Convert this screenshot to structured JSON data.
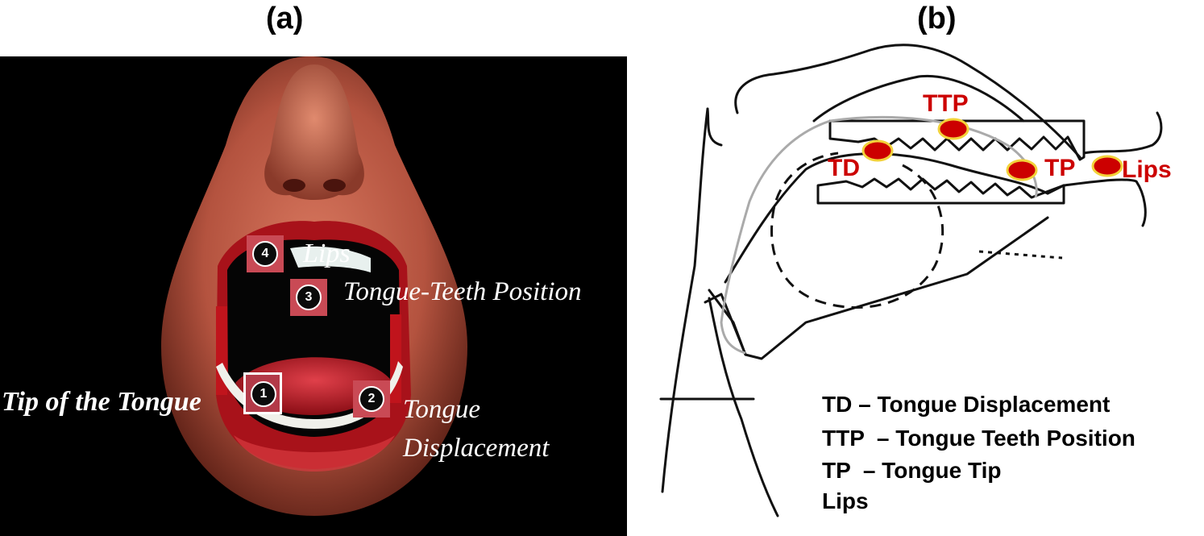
{
  "panels": {
    "a": {
      "label": "(a)",
      "markers": [
        {
          "number": "1",
          "text": "Tip of the Tongue"
        },
        {
          "number": "2",
          "text": "Tongue",
          "text2": "Displacement"
        },
        {
          "number": "3",
          "text": "Tongue-Teeth Position"
        },
        {
          "number": "4",
          "text": "Lips"
        }
      ]
    },
    "b": {
      "label": "(b)",
      "tags": {
        "ttp": "TTP",
        "td": "TD",
        "tp": "TP",
        "lips": "Lips"
      },
      "legend": [
        "TD – Tongue Displacement",
        "TTP  – Tongue Teeth Position",
        "TP  – Tongue Tip",
        "Lips"
      ]
    }
  },
  "colors": {
    "marker_red": "#cc0000",
    "marker_ring": "#f2d23a",
    "skin": "#b4533f",
    "lip": "#c0141c"
  }
}
